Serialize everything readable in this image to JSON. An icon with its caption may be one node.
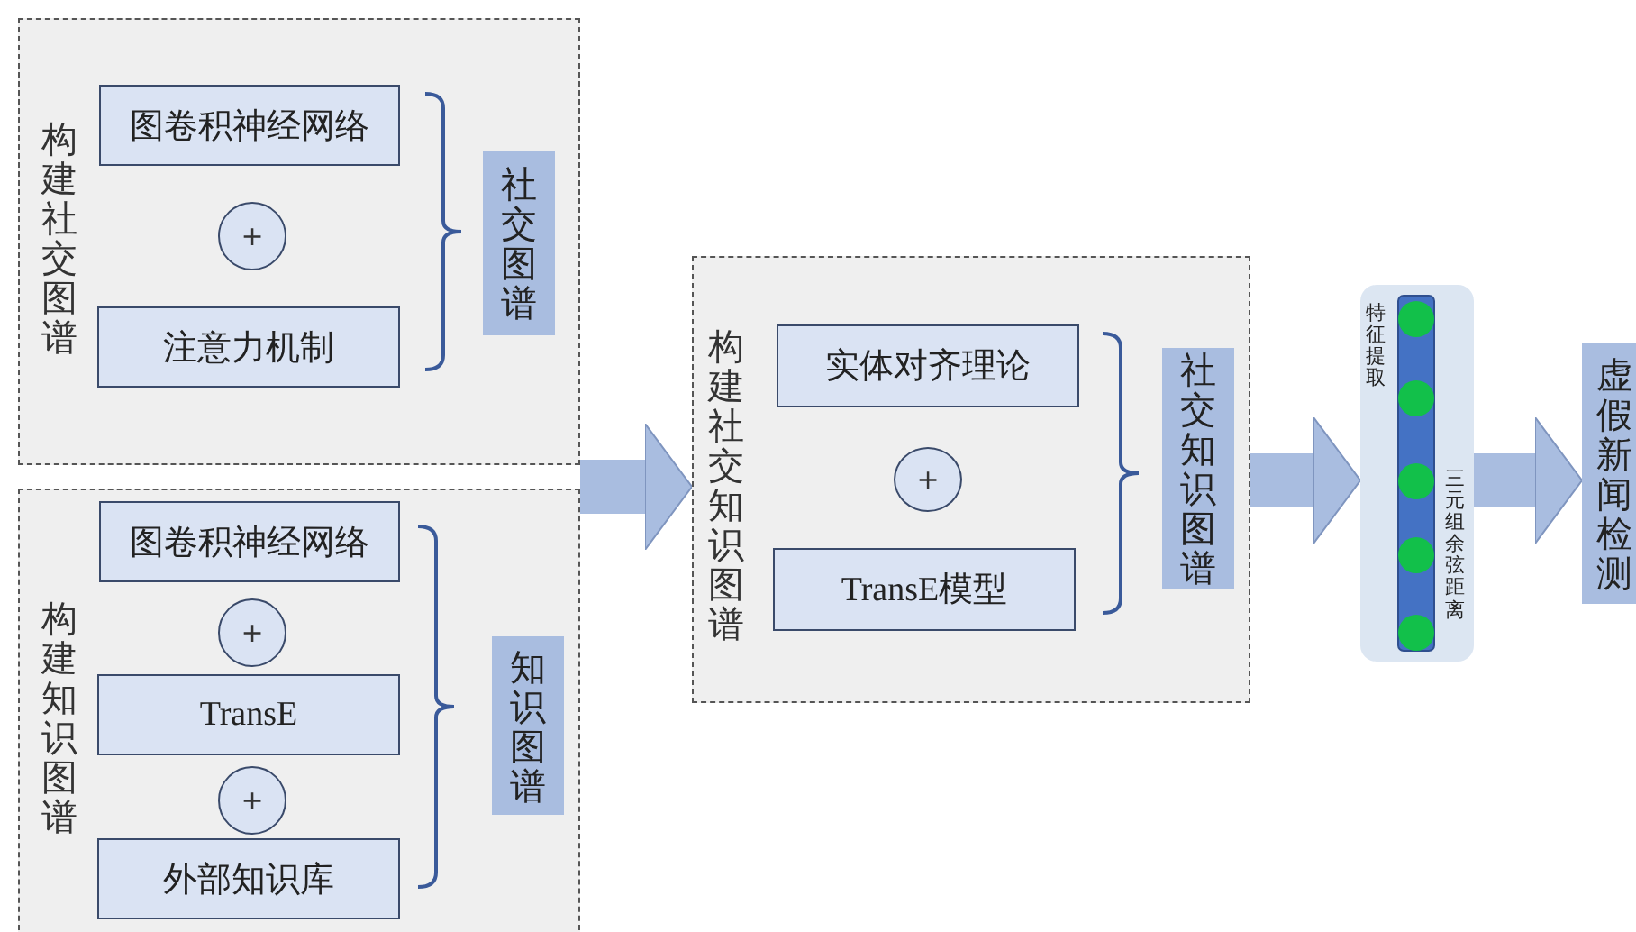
{
  "diagram": {
    "nodes": [
      {
        "text": [
          "构建社交图谱"
        ]
      },
      {
        "text": [
          "图卷积神经网络"
        ],
        "in": 0
      },
      {
        "text": [
          "+"
        ],
        "in": 0
      },
      {
        "text": [
          "注意力机制"
        ],
        "in": 0
      },
      {
        "text": [
          "社交图谱"
        ],
        "in": 0
      },
      {
        "text": [
          "构建知识图谱"
        ]
      },
      {
        "text": [
          "图卷积神经网络"
        ],
        "in": 5
      },
      {
        "text": [
          "+"
        ],
        "in": 5
      },
      {
        "text": [
          "TransE"
        ],
        "in": 5
      },
      {
        "text": [
          "+"
        ],
        "in": 5
      },
      {
        "text": [
          "外部知识库"
        ],
        "in": 5
      },
      {
        "text": [
          "知识图谱"
        ],
        "in": 5
      },
      {
        "text": [
          "构建社交知识图谱"
        ]
      },
      {
        "text": [
          "实体对齐理论"
        ],
        "in": 12
      },
      {
        "text": [
          "+"
        ],
        "in": 12
      },
      {
        "text": [
          "TransE模型"
        ],
        "in": 12
      },
      {
        "text": [
          "社交知识图谱"
        ],
        "in": 12
      },
      {
        "text": [
          "特征提取",
          "三元组余弦距离"
        ]
      },
      {
        "text": [
          "虚假新闻检测"
        ]
      }
    ],
    "edges": [
      {
        "from": 0,
        "to": 12,
        "arrow": "to"
      },
      {
        "from": 5,
        "to": 12,
        "arrow": "to"
      },
      {
        "from": 12,
        "to": 17,
        "arrow": "to"
      },
      {
        "from": 17,
        "to": 18,
        "arrow": "to"
      }
    ]
  }
}
